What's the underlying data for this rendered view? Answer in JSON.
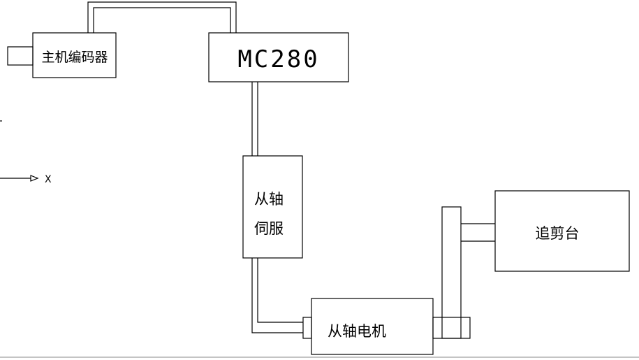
{
  "diagram": {
    "blocks": {
      "encoder": "主机编码器",
      "controller": "MC280",
      "servo_line1": "从轴",
      "servo_line2": "伺服",
      "motor": "从轴电机",
      "shear": "追剪台"
    },
    "axis_label": "X"
  }
}
